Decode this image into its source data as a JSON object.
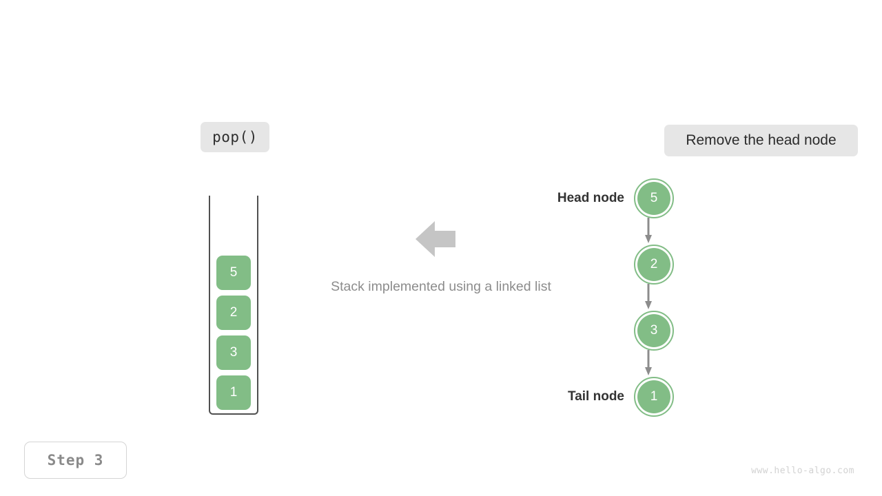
{
  "colors": {
    "node_green": "#82bd86",
    "chip_gray": "#e6e6e6",
    "arrow_gray": "#c5c5c5",
    "connector_gray": "#8c8c8c",
    "caption_gray": "#8c8c8c",
    "frame_dark": "#4f4f4f"
  },
  "operation": {
    "label": "pop()"
  },
  "action": {
    "label": "Remove the head node"
  },
  "stack": {
    "cells": [
      {
        "value": "5"
      },
      {
        "value": "2"
      },
      {
        "value": "3"
      },
      {
        "value": "1"
      }
    ]
  },
  "center": {
    "arrow_icon": "arrow-left-icon",
    "caption": "Stack implemented using a linked list"
  },
  "linked_list": {
    "nodes": [
      {
        "label": "Head node",
        "value": "5",
        "has_connector": true
      },
      {
        "label": "",
        "value": "2",
        "has_connector": true
      },
      {
        "label": "",
        "value": "3",
        "has_connector": true
      },
      {
        "label": "Tail node",
        "value": "1",
        "has_connector": false
      }
    ]
  },
  "step": {
    "label": "Step 3"
  },
  "watermark": {
    "text": "www.hello-algo.com"
  }
}
